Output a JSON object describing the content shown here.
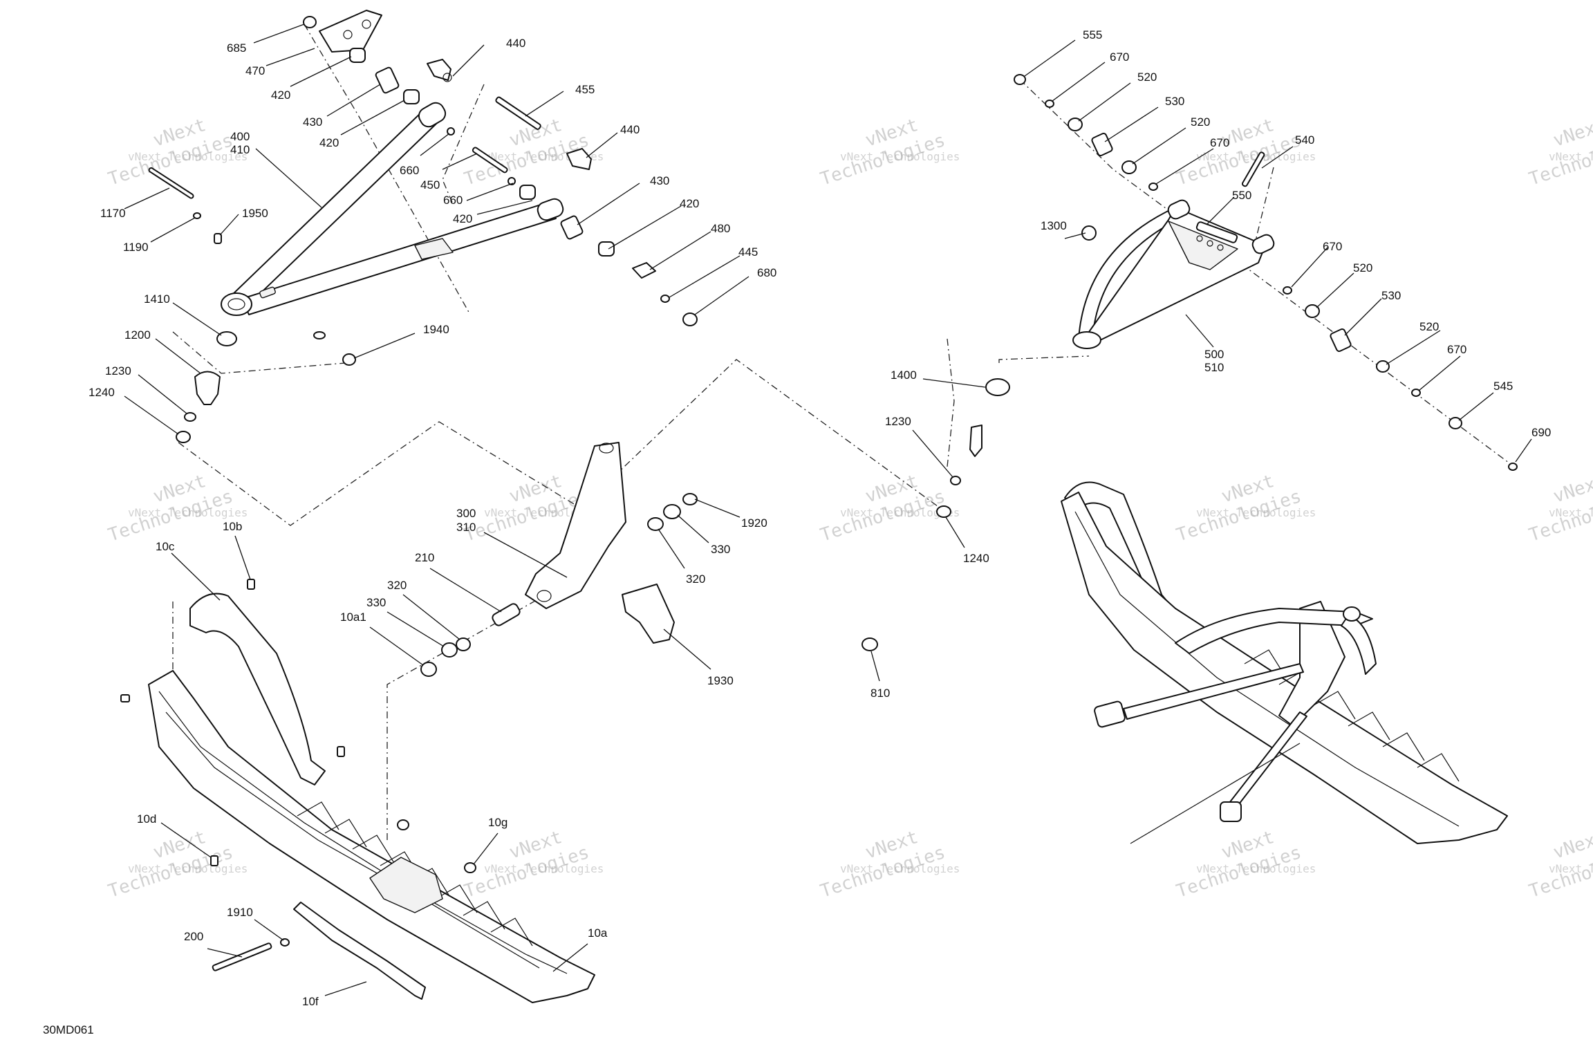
{
  "diagram_code": "30MD061",
  "watermark": {
    "line1": "vNext Technologies",
    "line2": "vNext",
    "line3": "Technologies"
  },
  "callouts": [
    {
      "id": "c685",
      "text": "685"
    },
    {
      "id": "c470",
      "text": "470"
    },
    {
      "id": "c440a",
      "text": "440"
    },
    {
      "id": "c420a",
      "text": "420"
    },
    {
      "id": "c430a",
      "text": "430"
    },
    {
      "id": "c455",
      "text": "455"
    },
    {
      "id": "c420b",
      "text": "420"
    },
    {
      "id": "c400",
      "text": "400"
    },
    {
      "id": "c410",
      "text": "410"
    },
    {
      "id": "c660a",
      "text": "660"
    },
    {
      "id": "c440b",
      "text": "440"
    },
    {
      "id": "c450",
      "text": "450"
    },
    {
      "id": "c660b",
      "text": "660"
    },
    {
      "id": "c430b",
      "text": "430"
    },
    {
      "id": "c420c",
      "text": "420"
    },
    {
      "id": "c420d",
      "text": "420"
    },
    {
      "id": "c1170",
      "text": "1170"
    },
    {
      "id": "c1950",
      "text": "1950"
    },
    {
      "id": "c1190",
      "text": "1190"
    },
    {
      "id": "c480",
      "text": "480"
    },
    {
      "id": "c445",
      "text": "445"
    },
    {
      "id": "c680",
      "text": "680"
    },
    {
      "id": "c1410",
      "text": "1410"
    },
    {
      "id": "c1200",
      "text": "1200"
    },
    {
      "id": "c1940",
      "text": "1940"
    },
    {
      "id": "c1230a",
      "text": "1230"
    },
    {
      "id": "c1240a",
      "text": "1240"
    },
    {
      "id": "c300",
      "text": "300"
    },
    {
      "id": "c310",
      "text": "310"
    },
    {
      "id": "c1920",
      "text": "1920"
    },
    {
      "id": "c330a",
      "text": "330"
    },
    {
      "id": "c320a",
      "text": "320"
    },
    {
      "id": "c210",
      "text": "210"
    },
    {
      "id": "c320b",
      "text": "320"
    },
    {
      "id": "c330b",
      "text": "330"
    },
    {
      "id": "c10a1",
      "text": "10a1"
    },
    {
      "id": "c1930",
      "text": "1930"
    },
    {
      "id": "c10b",
      "text": "10b"
    },
    {
      "id": "c10c",
      "text": "10c"
    },
    {
      "id": "c10d",
      "text": "10d"
    },
    {
      "id": "c10g",
      "text": "10g"
    },
    {
      "id": "c1910",
      "text": "1910"
    },
    {
      "id": "c200",
      "text": "200"
    },
    {
      "id": "c10a",
      "text": "10a"
    },
    {
      "id": "c10f",
      "text": "10f"
    },
    {
      "id": "c810",
      "text": "810"
    },
    {
      "id": "c555",
      "text": "555"
    },
    {
      "id": "c670a",
      "text": "670"
    },
    {
      "id": "c520a",
      "text": "520"
    },
    {
      "id": "c530a",
      "text": "530"
    },
    {
      "id": "c520b",
      "text": "520"
    },
    {
      "id": "c670b",
      "text": "670"
    },
    {
      "id": "c540",
      "text": "540"
    },
    {
      "id": "c550",
      "text": "550"
    },
    {
      "id": "c1300",
      "text": "1300"
    },
    {
      "id": "c670c",
      "text": "670"
    },
    {
      "id": "c520c",
      "text": "520"
    },
    {
      "id": "c530b",
      "text": "530"
    },
    {
      "id": "c500",
      "text": "500"
    },
    {
      "id": "c510",
      "text": "510"
    },
    {
      "id": "c520d",
      "text": "520"
    },
    {
      "id": "c670d",
      "text": "670"
    },
    {
      "id": "c1400",
      "text": "1400"
    },
    {
      "id": "c545",
      "text": "545"
    },
    {
      "id": "c1230b",
      "text": "1230"
    },
    {
      "id": "c690",
      "text": "690"
    },
    {
      "id": "c1240b",
      "text": "1240"
    }
  ]
}
